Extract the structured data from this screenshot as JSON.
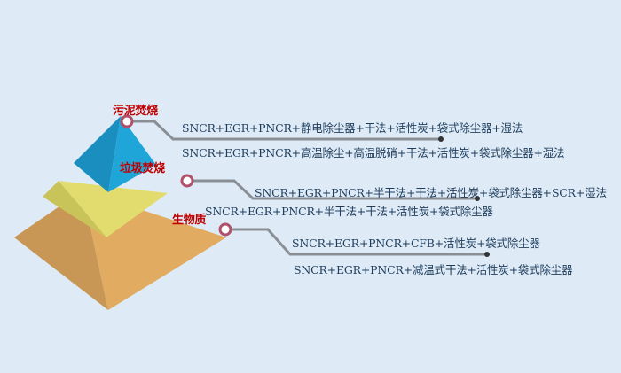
{
  "colors": {
    "background": "#deebf7",
    "top_tier": "#1fa5d8",
    "middle_tier": "#e2dc6e",
    "bottom_tier": "#e1ac62",
    "label": "#c00000",
    "connector": "#8a8f96",
    "ring": "#b0506a",
    "text": "#1f3d5c"
  },
  "tiers": [
    {
      "label": "污泥焚烧",
      "routes": [
        "SNCR+EGR+PNCR+静电除尘器+干法+活性炭+袋式除尘器+湿法",
        "SNCR+EGR+PNCR+高温除尘+高温脱硝+干法+活性炭+袋式除尘器+湿法"
      ]
    },
    {
      "label": "垃圾焚烧",
      "routes": [
        "SNCR+EGR+PNCR+半干法+干法+活性炭+袋式除尘器+SCR+湿法",
        "SNCR+EGR+PNCR+半干法+干法+活性炭+袋式除尘器"
      ]
    },
    {
      "label": "生物质",
      "routes": [
        "SNCR+EGR+PNCR+CFB+活性炭+袋式除尘器",
        "SNCR+EGR+PNCR+减温式干法+活性炭+袋式除尘器"
      ]
    }
  ]
}
